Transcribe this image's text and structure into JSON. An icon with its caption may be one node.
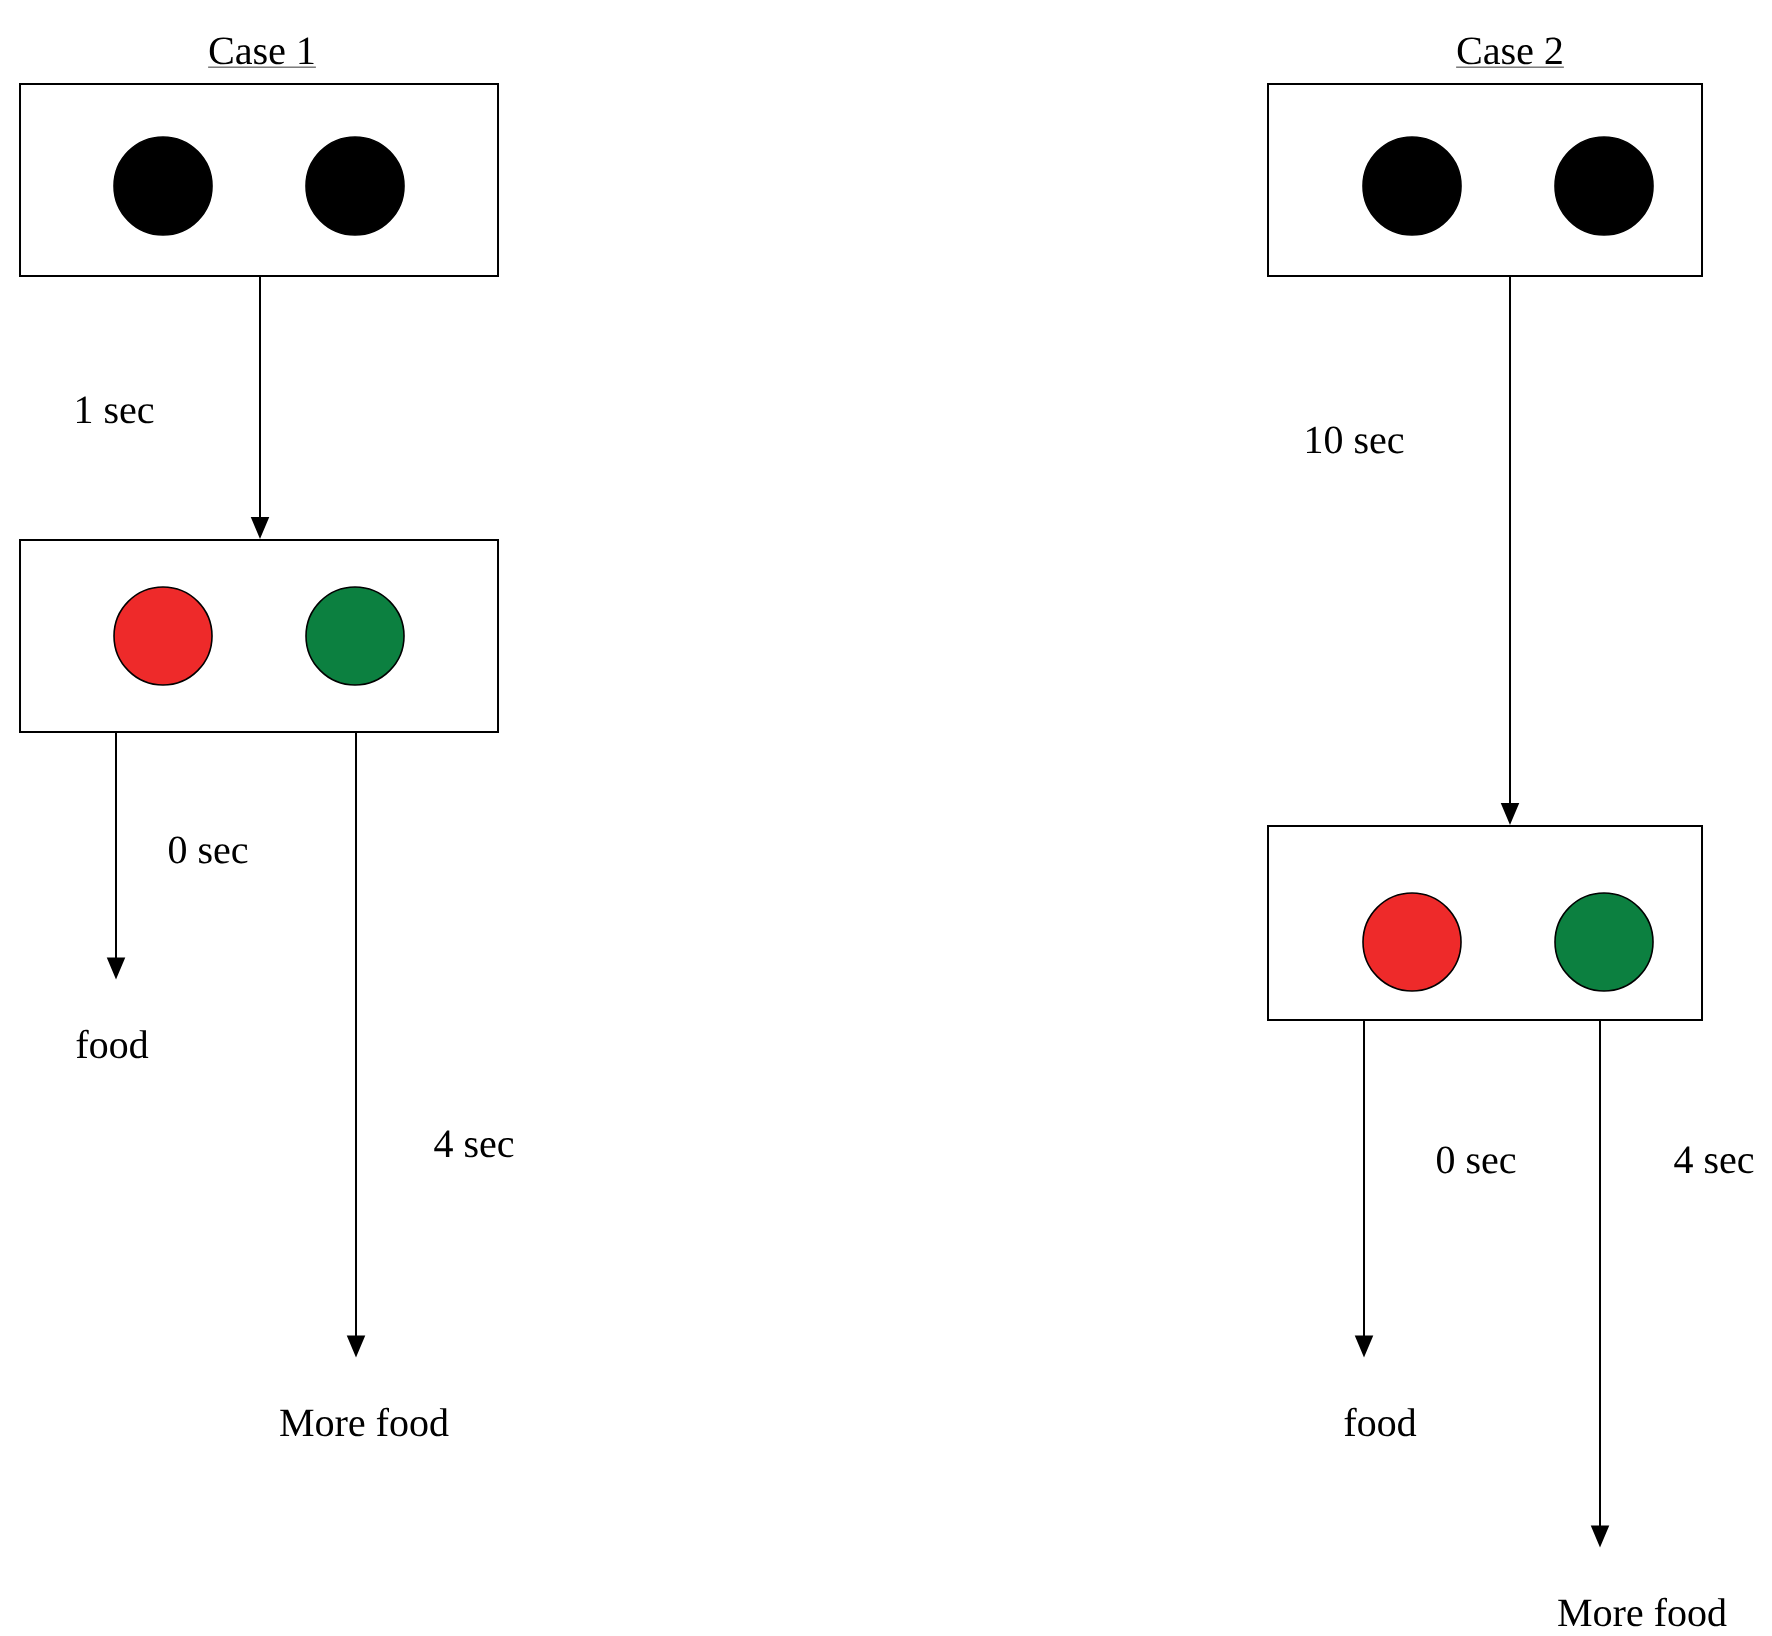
{
  "diagram": {
    "nodes": [
      {
        "text": [
          "Case 1"
        ]
      },
      {
        "text": [],
        "shape": "circle",
        "in": 0
      },
      {
        "text": [],
        "shape": "circle",
        "in": 0
      },
      {
        "text": [],
        "shape": "box"
      },
      {
        "text": [],
        "shape": "circle",
        "in": 3
      },
      {
        "text": [],
        "shape": "circle",
        "in": 3
      },
      {
        "text": [
          "food"
        ]
      },
      {
        "text": [
          "More food"
        ]
      },
      {
        "text": [
          "Case 2"
        ]
      },
      {
        "text": [],
        "shape": "circle",
        "in": 8
      },
      {
        "text": [],
        "shape": "circle",
        "in": 8
      },
      {
        "text": [],
        "shape": "box"
      },
      {
        "text": [],
        "shape": "circle",
        "in": 11
      },
      {
        "text": [],
        "shape": "circle",
        "in": 11
      },
      {
        "text": [
          "food"
        ]
      },
      {
        "text": [
          "More food"
        ]
      }
    ],
    "edges": [
      {
        "from": 0,
        "to": 3,
        "arrow": "to",
        "label": "1 sec"
      },
      {
        "from": 3,
        "to": 6,
        "arrow": "to",
        "label": "0 sec"
      },
      {
        "from": 3,
        "to": 7,
        "arrow": "to",
        "label": "4 sec"
      },
      {
        "from": 8,
        "to": 11,
        "arrow": "to",
        "label": "10 sec"
      },
      {
        "from": 11,
        "to": 14,
        "arrow": "to",
        "label": "0 sec"
      },
      {
        "from": 11,
        "to": 15,
        "arrow": "to",
        "label": "4 sec"
      }
    ]
  }
}
